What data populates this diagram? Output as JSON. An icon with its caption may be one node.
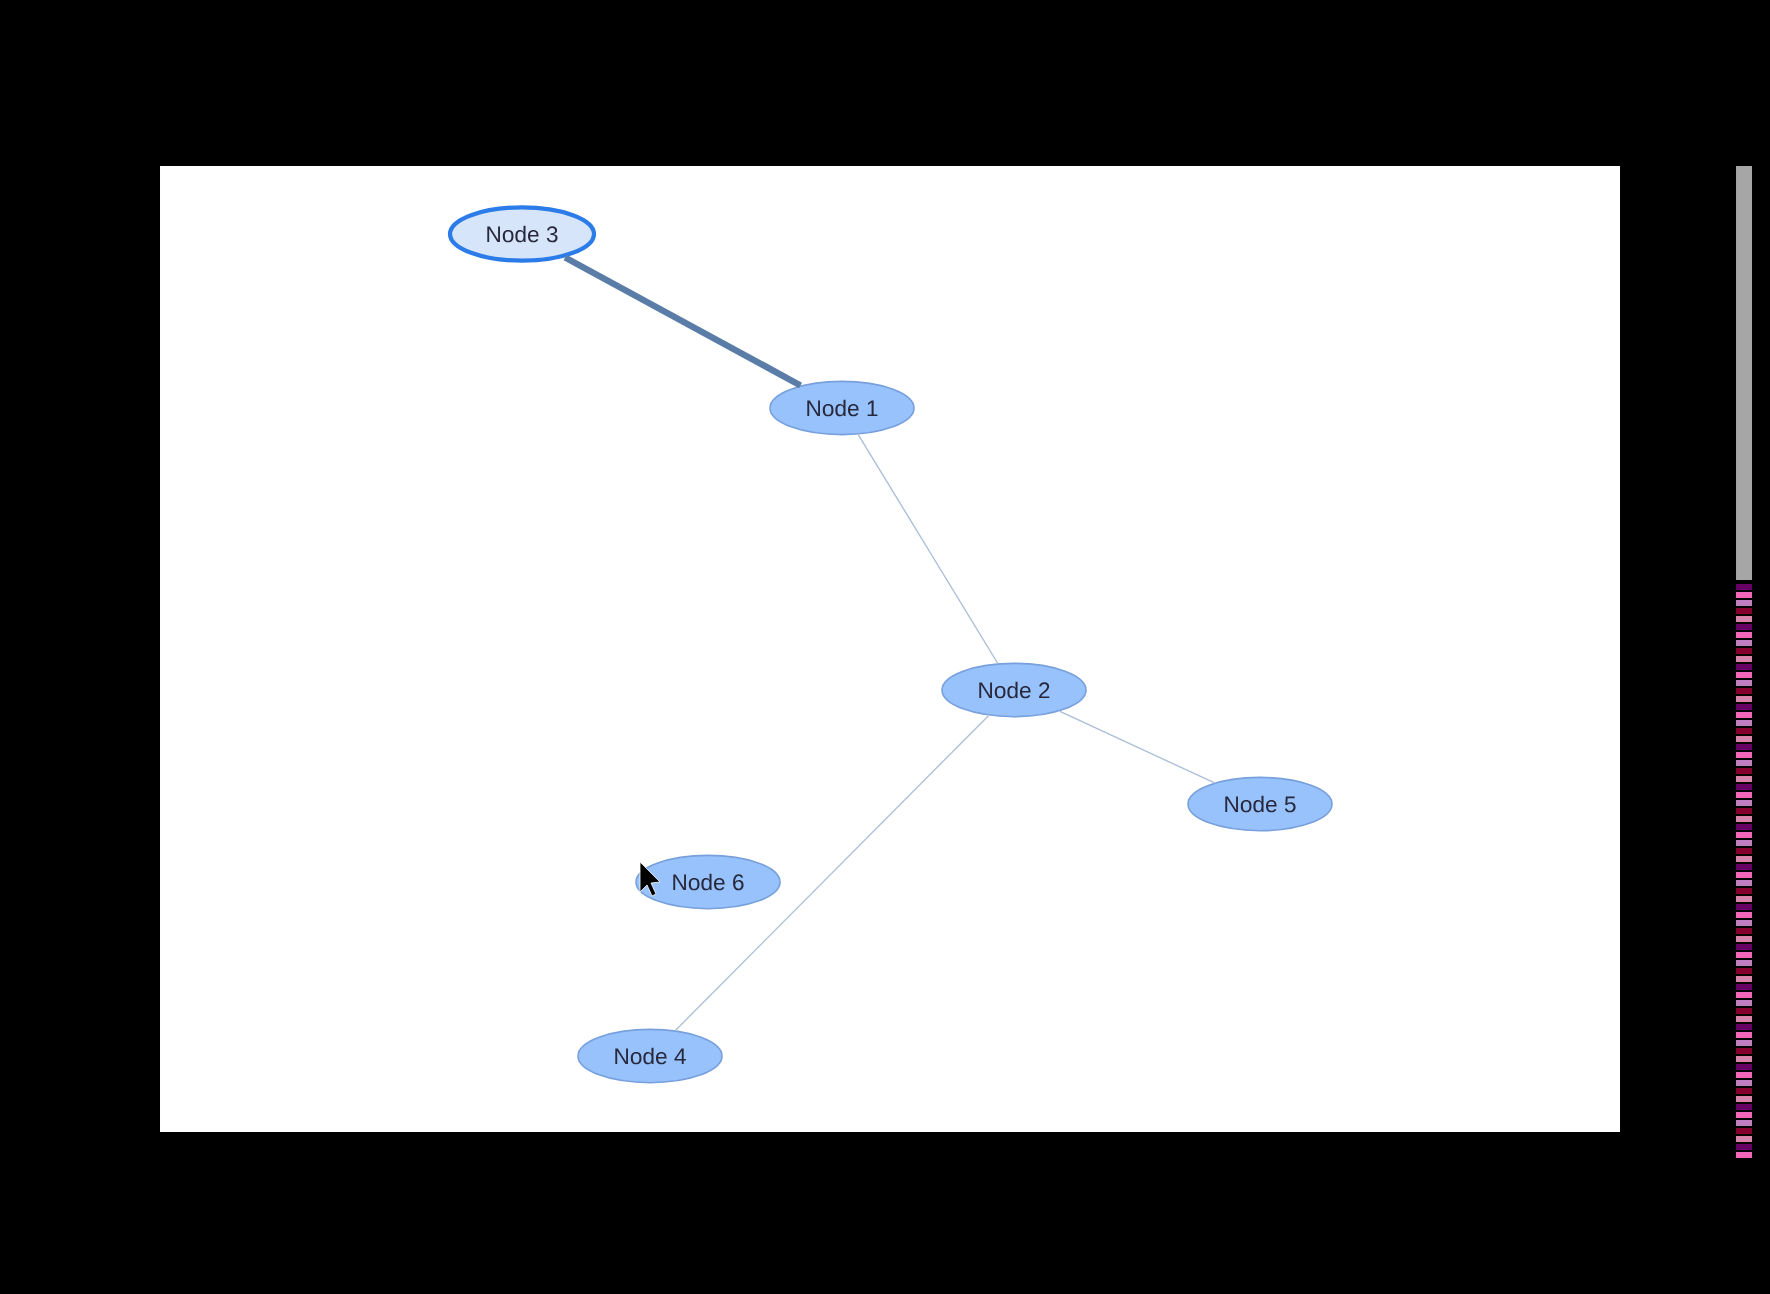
{
  "diagram": {
    "nodes": [
      {
        "text": [
          "Node 3"
        ]
      },
      {
        "text": [
          "Node 1"
        ]
      },
      {
        "text": [
          "Node 2"
        ]
      },
      {
        "text": [
          "Node 5"
        ]
      },
      {
        "text": [
          "Node 6"
        ]
      },
      {
        "text": [
          "Node 4"
        ]
      }
    ],
    "edges": [
      {
        "from": 0,
        "to": 1,
        "arrow": "none",
        "style": "thick",
        "color": "#5a7da8"
      },
      {
        "from": 1,
        "to": 2,
        "arrow": "none"
      },
      {
        "from": 2,
        "to": 3,
        "arrow": "none"
      },
      {
        "from": 2,
        "to": 5,
        "arrow": "none"
      }
    ]
  }
}
